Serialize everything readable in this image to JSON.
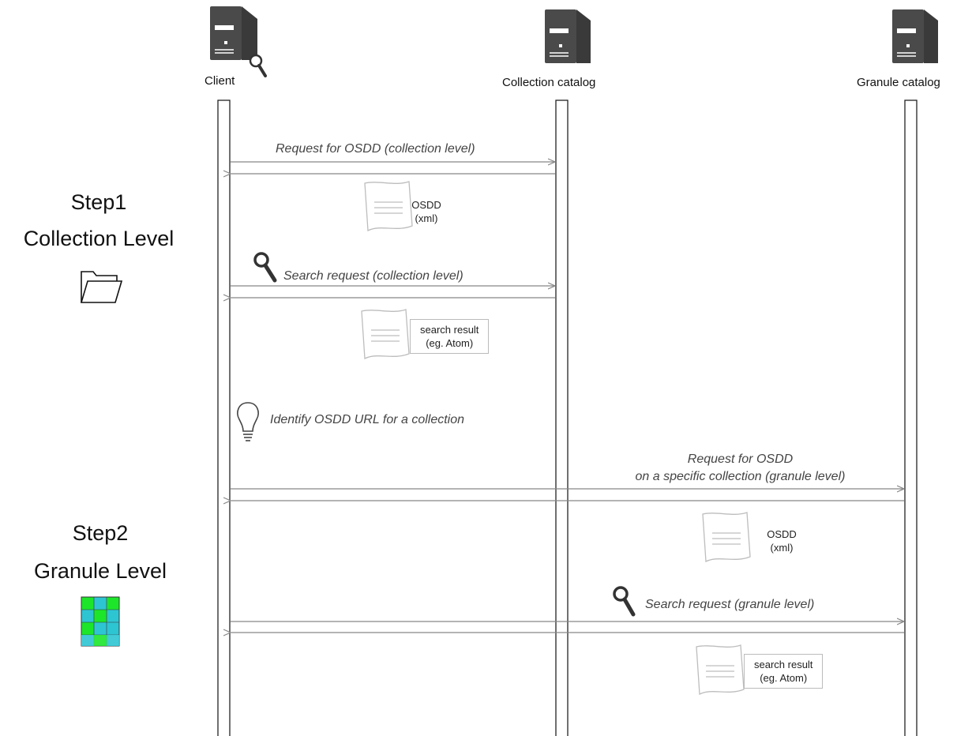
{
  "actors": {
    "client": "Client",
    "collection_catalog": "Collection catalog",
    "granule_catalog": "Granule catalog"
  },
  "steps": [
    {
      "title": "Step1",
      "subtitle": "Collection Level",
      "icon": "folder-icon"
    },
    {
      "title": "Step2",
      "subtitle": "Granule Level",
      "icon": "granule-grid-icon"
    }
  ],
  "messages": {
    "req_osdd_collection": "Request for OSDD (collection level)",
    "search_collection": "Search request (collection level)",
    "identify": "Identify OSDD URL for a collection",
    "req_osdd_granule_line1": "Request for OSDD",
    "req_osdd_granule_line2": "on a specific collection (granule level)",
    "search_granule": "Search request (granule level)"
  },
  "documents": {
    "osdd1": {
      "line1": "OSDD",
      "line2": "(xml)"
    },
    "result1": {
      "line1": "search result",
      "line2": "(eg. Atom)"
    },
    "osdd2": {
      "line1": "OSDD",
      "line2": "(xml)"
    },
    "result2": {
      "line1": "search result",
      "line2": "(eg. Atom)"
    }
  },
  "colors": {
    "server": "#4a4a4a",
    "arrow": "#888888",
    "grid_cyan": "#2ec5d3",
    "grid_green": "#1de62a"
  }
}
